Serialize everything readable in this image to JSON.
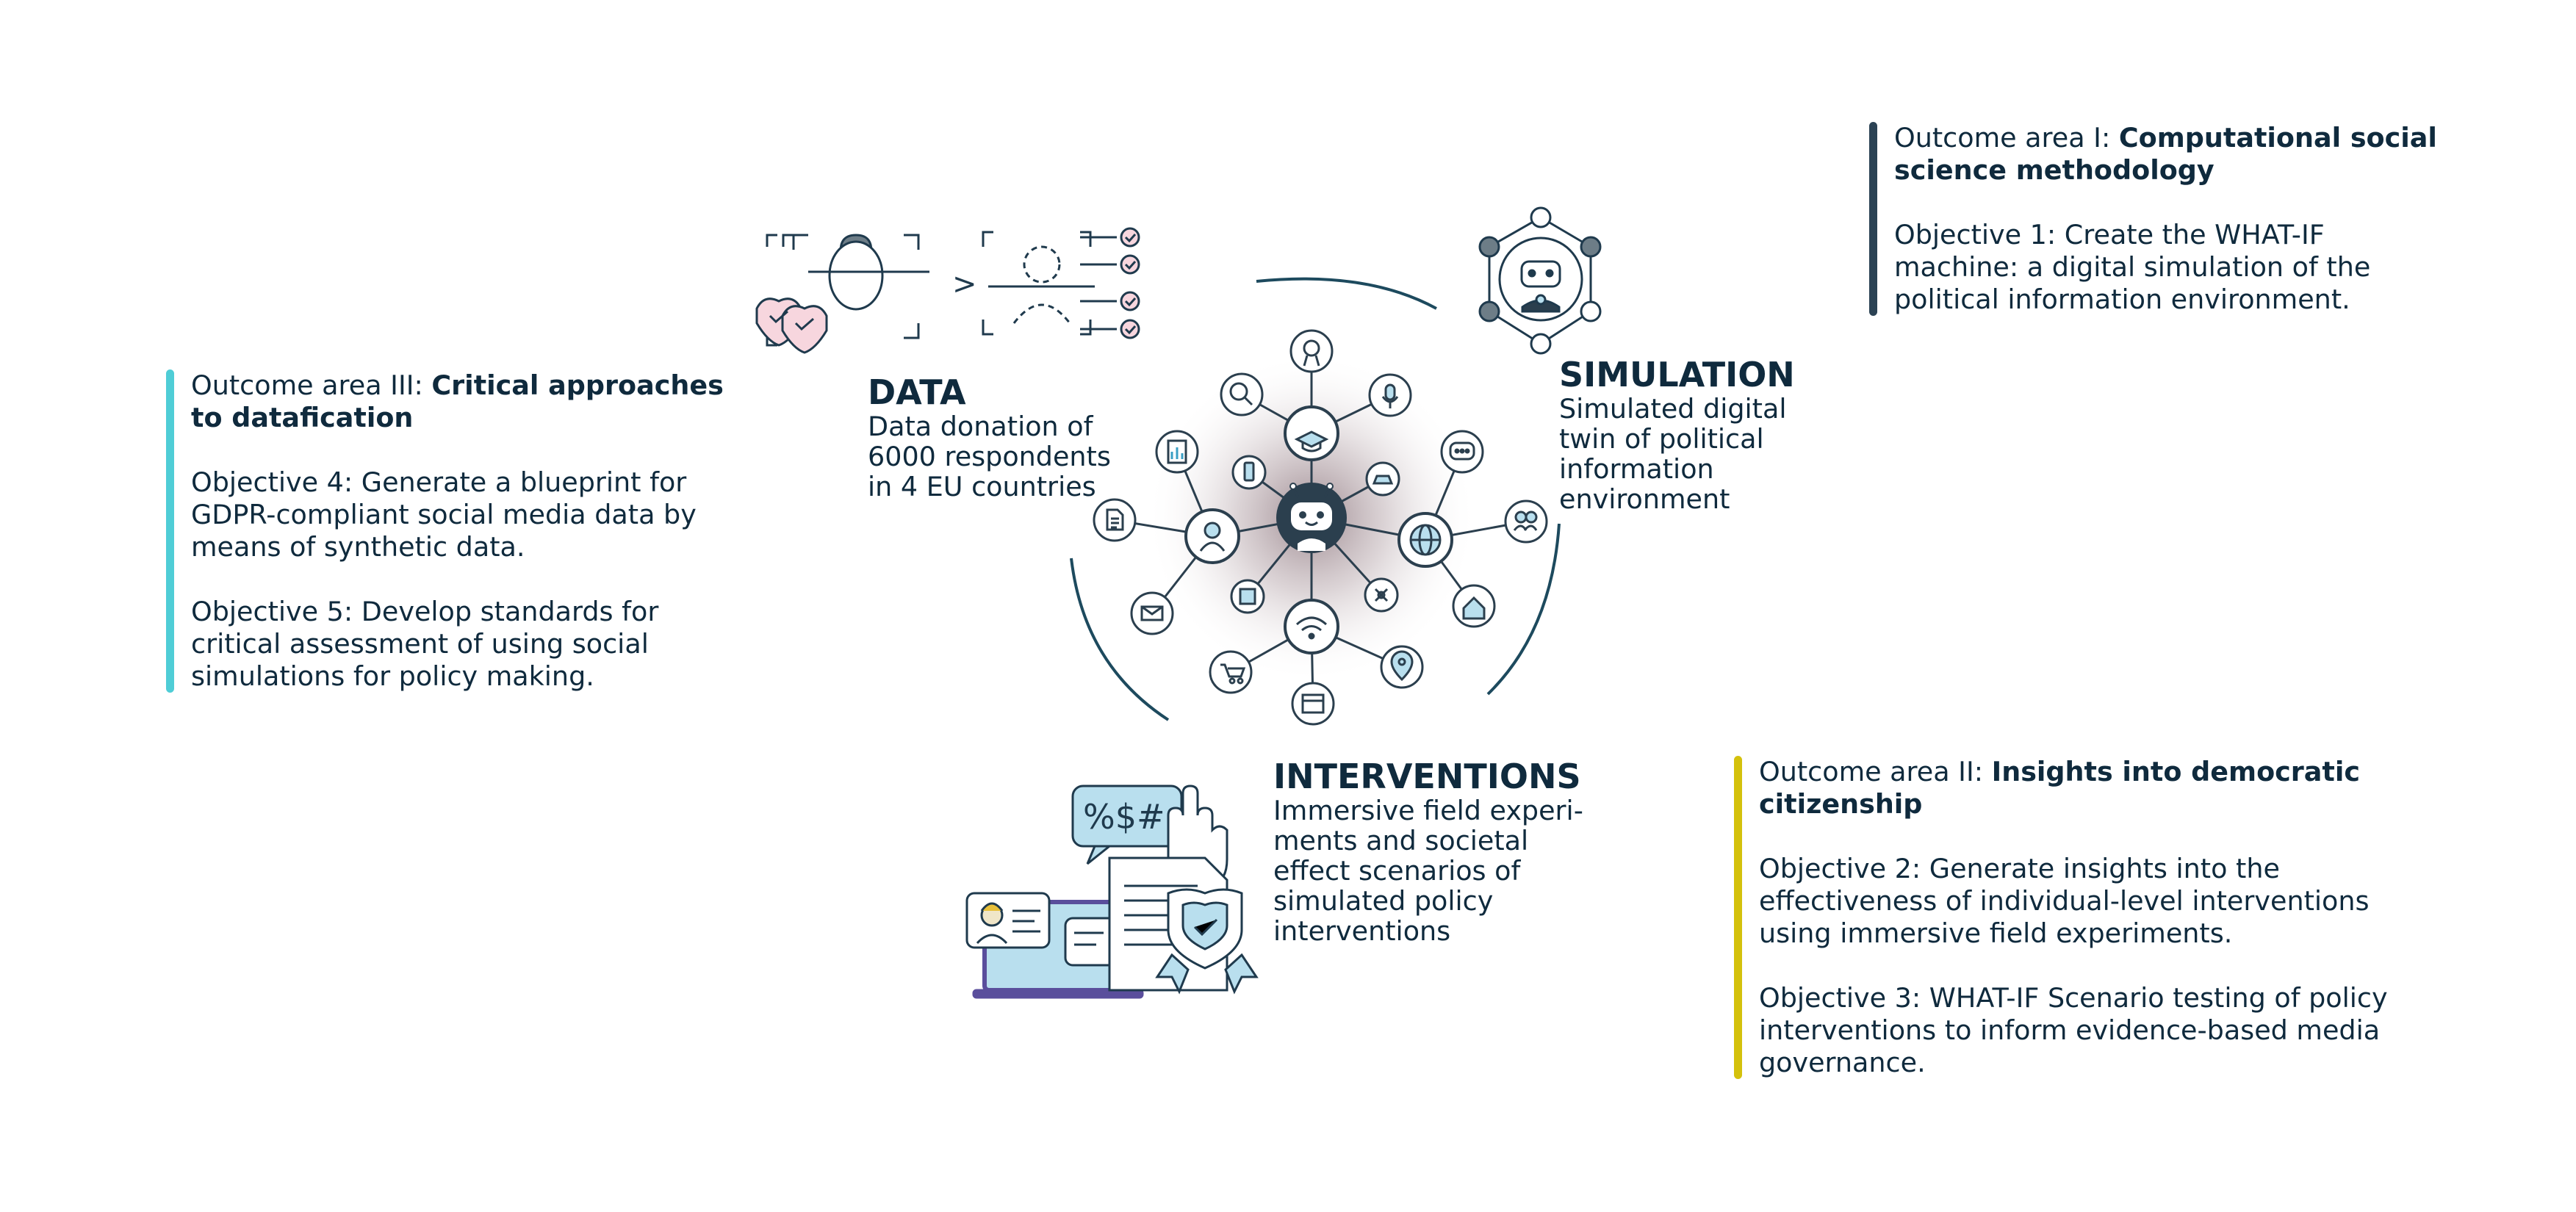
{
  "colors": {
    "text": "#0f2a3d",
    "bar_simulation": "#2b4254",
    "bar_critical": "#4fcdd6",
    "bar_democratic": "#d4c10c",
    "icon_light_blue": "#b9dfee",
    "icon_pink": "#f7d6de",
    "laptop_purple": "#5a4e9c"
  },
  "outcome_I": {
    "prefix": "Outcome area I: ",
    "title": "Computational social science methodology",
    "objective_1": "Objective 1: Create the WHAT-IF machine: a digital simulation of the political information environment."
  },
  "outcome_II": {
    "prefix": "Outcome area II: ",
    "title": "Insights into democratic citizenship",
    "objective_2": "Objective 2: Generate insights into the effectiveness of individual-level interventions using immersive field experiments.",
    "objective_3": "Objective 3: WHAT-IF Scenario testing of policy interventions to inform evidence-based media governance."
  },
  "outcome_III": {
    "prefix": "Outcome area III: ",
    "title": "Critical approaches to datafication",
    "objective_4": "Objective 4: Generate a blueprint for GDPR-compliant social media data by means of synthetic data.",
    "objective_5": "Objective 5: Develop standards for critical assessment of using social simulations for policy making."
  },
  "data": {
    "title": "DATA",
    "line1": "Data donation of",
    "line2": "6000 respondents",
    "line3": "in 4 EU countries"
  },
  "simulation": {
    "title": "SIMULATION",
    "line1": "Simulated digital",
    "line2": "twin of political",
    "line3": "information",
    "line4": "environment"
  },
  "interventions": {
    "title": "INTERVENTIONS",
    "line1": "Immersive field experi-",
    "line2": "ments and societal",
    "line3": "effect scenarios of",
    "line4": "simulated policy",
    "line5": "interventions"
  },
  "icons": {
    "data_arrow": ">",
    "interventions_symbols": "%$#"
  }
}
